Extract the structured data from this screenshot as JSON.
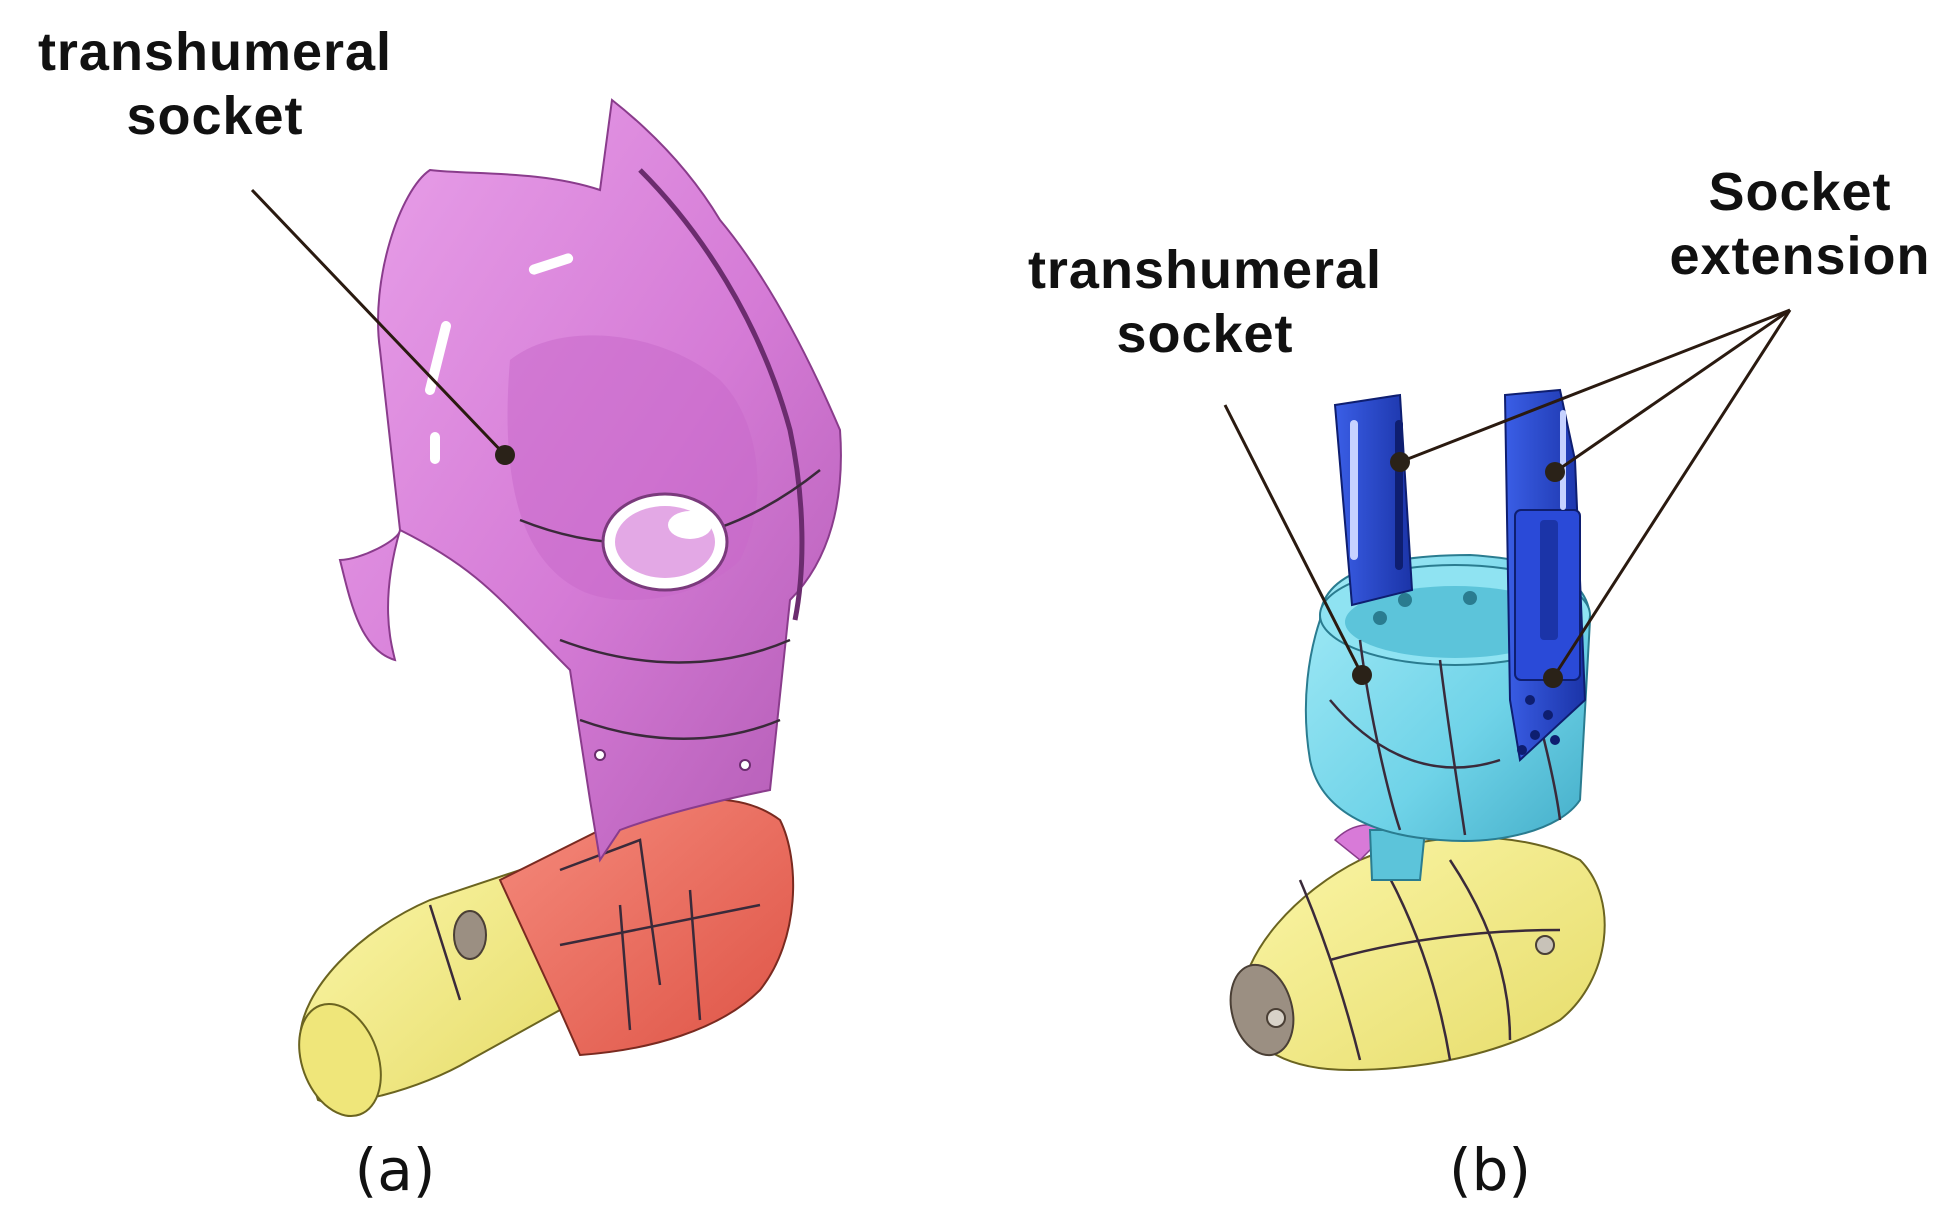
{
  "panel_a": {
    "label": "(a)",
    "callout_line1": "transhumeral",
    "callout_line2": "socket"
  },
  "panel_b": {
    "label": "(b)",
    "socket_line1": "transhumeral",
    "socket_line2": "socket",
    "extension_line1": "Socket",
    "extension_line2": "extension"
  },
  "colors": {
    "socket_a": "#d87ad8",
    "socket_b": "#6fd3e8",
    "extension": "#2646c8",
    "forearm_upper": "#f06a5a",
    "forearm_lower": "#f0ea78",
    "leader": "#2a1a10"
  }
}
